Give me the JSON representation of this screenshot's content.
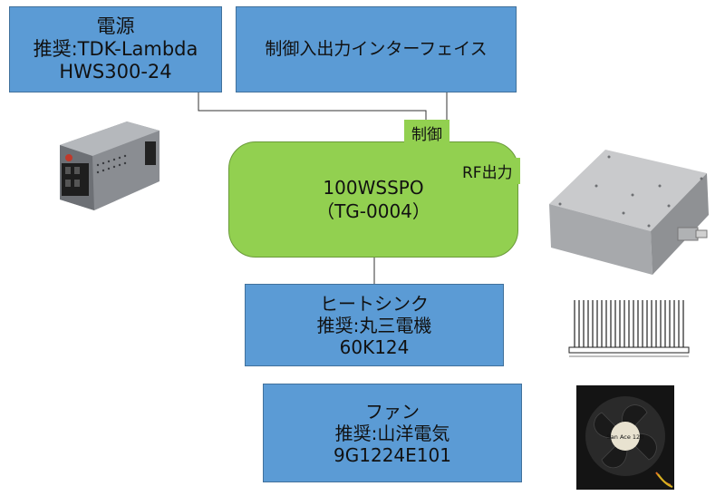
{
  "psu": {
    "lines": [
      "電源",
      "推奨:TDK-Lambda",
      "HWS300-24"
    ]
  },
  "control_interface": {
    "label": "制御入出力インターフェイス"
  },
  "module": {
    "lines": [
      "100WSSPO",
      "（TG-0004）"
    ]
  },
  "labels": {
    "control": "制御",
    "rf_output": "RF出力"
  },
  "heatsink": {
    "lines": [
      "ヒートシンク",
      "推奨:丸三電機",
      "60K124"
    ]
  },
  "fan": {
    "lines": [
      "ファン",
      "推奨:山洋電気",
      "9G1224E101"
    ]
  },
  "fan_photo_text": "San Ace 120",
  "colors": {
    "box_blue": "#5b9bd5",
    "module_green": "#92d050"
  },
  "icons": [
    "power-supply-photo",
    "rf-amplifier-photo",
    "heatsink-drawing",
    "fan-photo"
  ]
}
